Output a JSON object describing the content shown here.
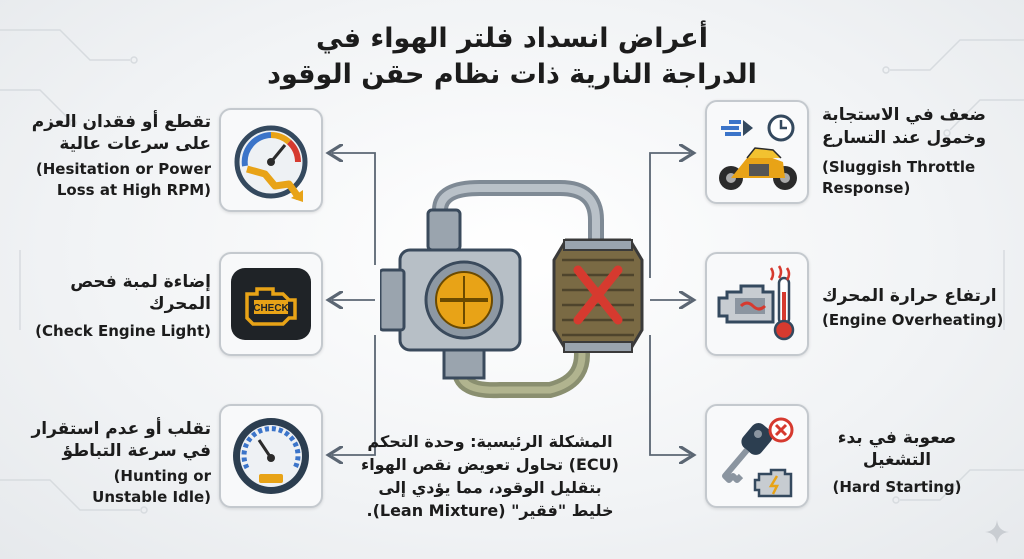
{
  "title": {
    "line1": "أعراض انسداد فلتر الهواء في",
    "line2": "الدراجة النارية ذات نظام حقن الوقود"
  },
  "symptoms": {
    "power_loss": {
      "ar1": "تقطع أو فقدان العزم",
      "ar2": "على سرعات عالية",
      "en1": "(Hesitation or Power",
      "en2": "Loss at High RPM)",
      "icon": "tachometer-dropping-icon"
    },
    "check_engine": {
      "ar1": "إضاءة لمبة فحص",
      "ar2": "المحرك",
      "en1": "(Check Engine Light)",
      "icon": "check-engine-icon",
      "badge": "CHECK"
    },
    "idle": {
      "ar1": "تقلب أو عدم استقرار",
      "ar2": "في سرعة التباطؤ",
      "en1": "(Hunting or",
      "en2": "Unstable Idle)",
      "icon": "idle-gauge-icon"
    },
    "throttle": {
      "ar1": "ضعف في الاستجابة",
      "ar2": "وخمول عند التسارع",
      "en1": "(Sluggish Throttle",
      "en2": "Response)",
      "icon": "motorcycle-clock-icon"
    },
    "overheat": {
      "ar1": "ارتفاع حرارة المحرك",
      "en1": "(Engine Overheating)",
      "icon": "engine-thermometer-icon"
    },
    "hard_start": {
      "ar1": "صعوبة في بدء",
      "ar2": "التشغيل",
      "en1": "(Hard Starting)",
      "icon": "key-engine-icon"
    }
  },
  "problem": {
    "l1": "المشكلة الرئيسية: وحدة التحكم",
    "l2": "(ECU) تحاول تعويض نقص الهواء",
    "l3": "بتقليل الوقود، مما يؤدي إلى",
    "l4": "خليط \"فقير\" (Lean Mixture)."
  },
  "colors": {
    "accent": "#3a4a5c",
    "warn": "#e8a317",
    "danger": "#d63a2f"
  }
}
